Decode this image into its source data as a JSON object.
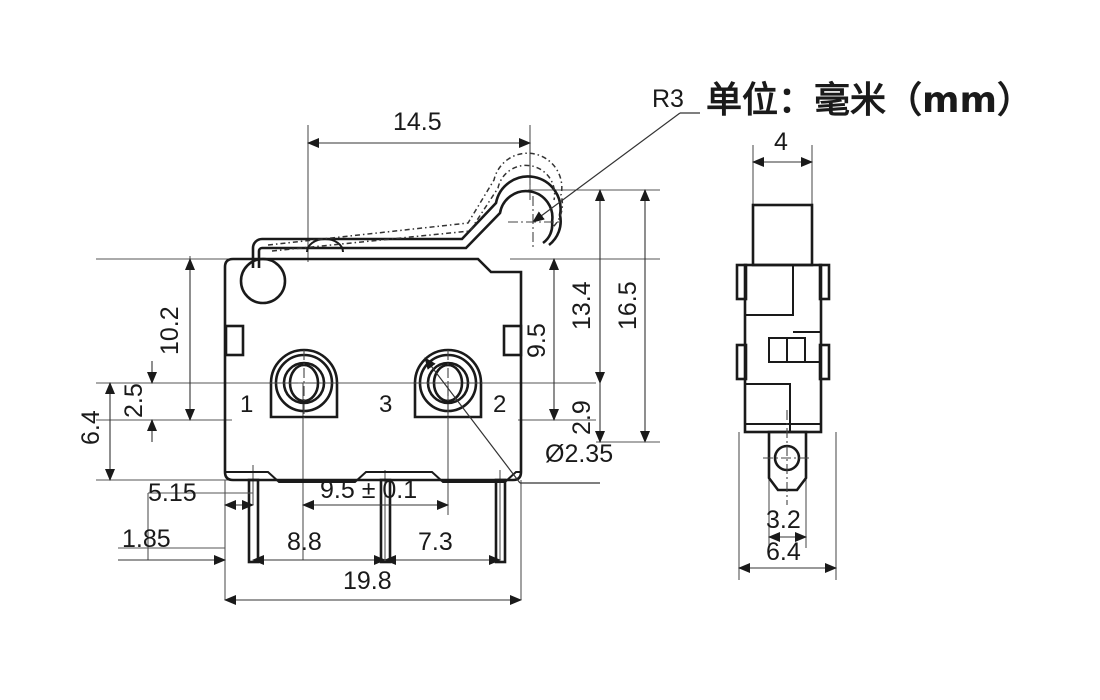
{
  "title": {
    "unit_note": "单位：毫米（mm）"
  },
  "drawing": {
    "name": "micro-switch-dimensional-drawing",
    "views": [
      "front-view",
      "side-view"
    ]
  },
  "front_view": {
    "dimensions": {
      "lever_length": "14.5",
      "lever_radius": "R3",
      "body_height_from_terminal_line": "10.2",
      "terminal_offset": "2.5",
      "terminal_total": "6.4",
      "hole_height": "9.5",
      "plunger_height": "13.4",
      "overall_height": "16.5",
      "bottom_offset": "2.9",
      "hole_diameter": "Ø2.35",
      "pin1_edge": "5.15",
      "hole_pitch": "9.5 ± 0.1",
      "left_edge_offset": "1.85",
      "pin1_to_pin3": "8.8",
      "pin3_to_pin2": "7.3",
      "overall_width": "19.8"
    },
    "terminals": [
      {
        "label": "1"
      },
      {
        "label": "3"
      },
      {
        "label": "2"
      }
    ]
  },
  "side_view": {
    "dimensions": {
      "plunger_width": "4",
      "terminal_width": "3.2",
      "body_depth": "6.4"
    }
  }
}
